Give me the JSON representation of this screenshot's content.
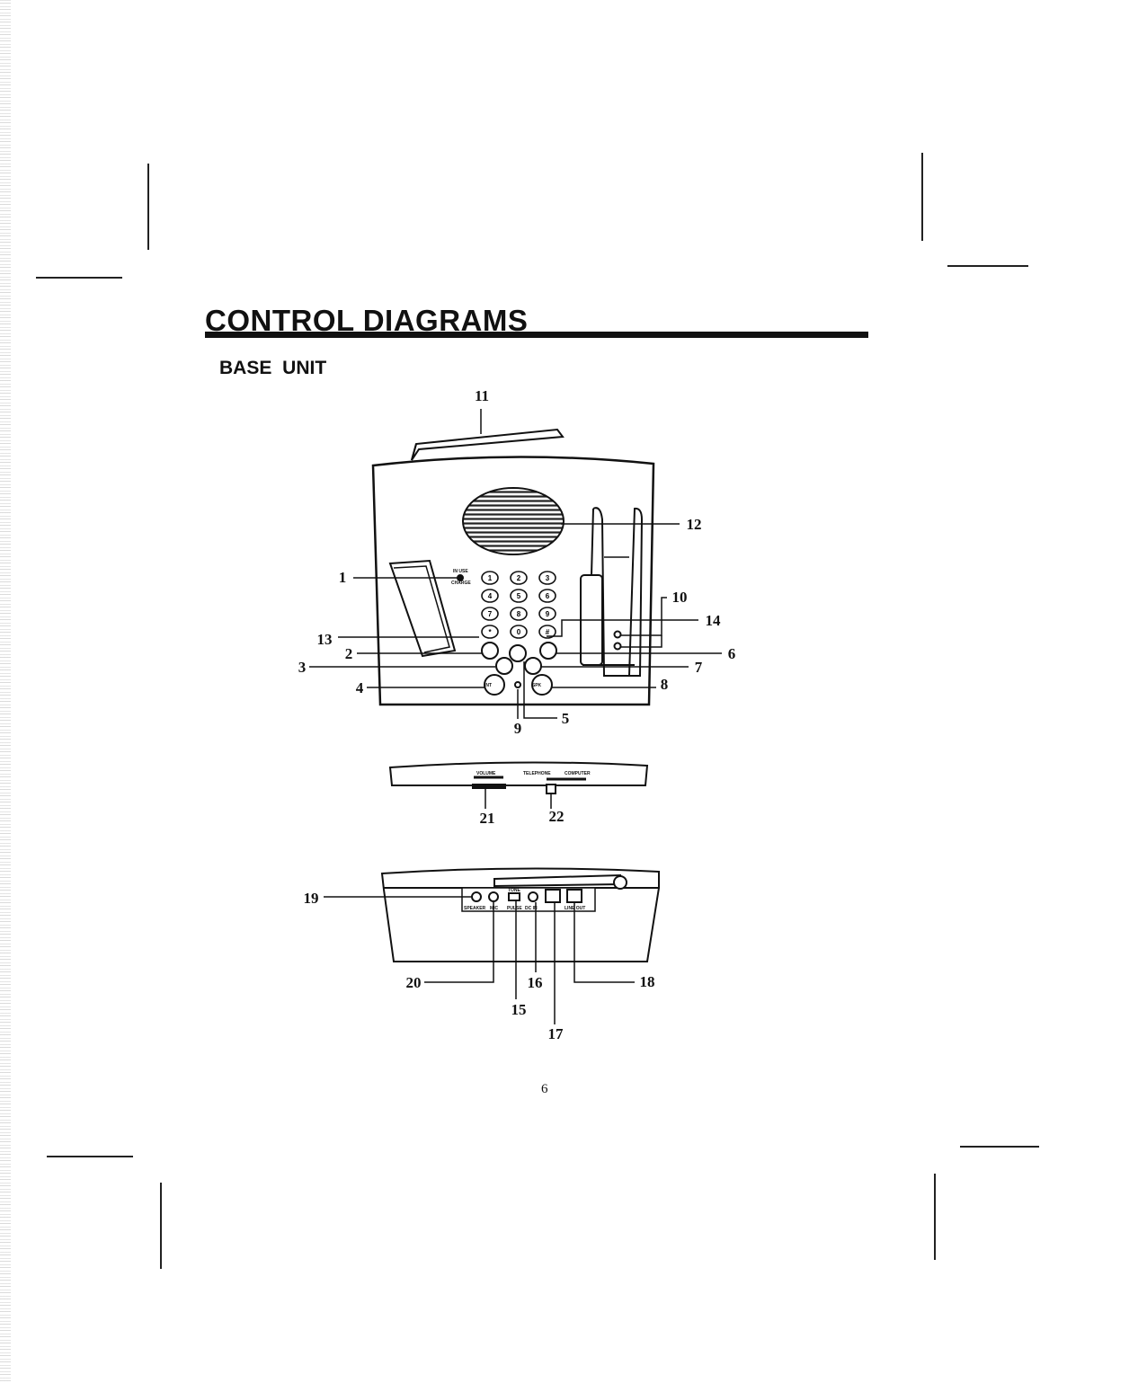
{
  "heading": {
    "title": "CONTROL DIAGRAMS",
    "subtitle": "BASE UNIT"
  },
  "callouts": {
    "c1": "1",
    "c2": "2",
    "c3": "3",
    "c4": "4",
    "c5": "5",
    "c6": "6",
    "c7": "7",
    "c8": "8",
    "c9": "9",
    "c10": "10",
    "c11": "11",
    "c12": "12",
    "c13": "13",
    "c14": "14",
    "c15": "15",
    "c16": "16",
    "c17": "17",
    "c18": "18",
    "c19": "19",
    "c20": "20",
    "c21": "21",
    "c22": "22"
  },
  "device_labels": {
    "in_use": "IN USE",
    "charge": "CHARGE",
    "int": "INT",
    "spk": "SPK",
    "volume": "VOLUME",
    "telephone": "TELEPHONE",
    "computer": "COMPUTER",
    "speaker": "SPEAKER",
    "mic": "MIC",
    "tone": "TONE",
    "pulse": "PULSE",
    "dc_in": "DC IN",
    "line_out": "LINE OUT"
  },
  "keypad": [
    "1",
    "2",
    "3",
    "4",
    "5",
    "6",
    "7",
    "8",
    "9",
    "*",
    "0",
    "#"
  ],
  "page_number": "6"
}
